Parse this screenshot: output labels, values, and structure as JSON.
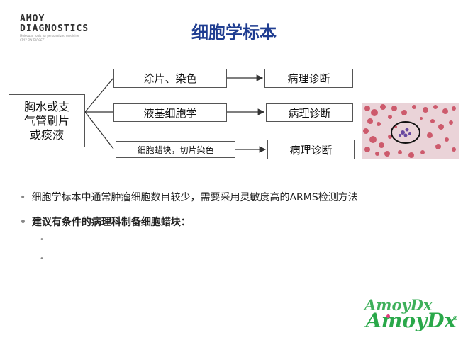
{
  "logo": {
    "line1": "AMOY",
    "line2": "DIAGNOSTICS",
    "line3": "Molecular tools for personalized medicine",
    "line4": "STAY ON TARGET"
  },
  "title": "细胞学标本",
  "flow": {
    "source": [
      "胸水或支",
      "气管刷片",
      "或痰液"
    ],
    "methods": [
      "涂片、染色",
      "液基细胞学",
      "细胞蜡块，切片染色"
    ],
    "outcome": "病理诊断"
  },
  "bullets": [
    {
      "text": "细胞学标本中通常肿瘤细胞数目较少，需要采用灵敏度高的ARMS检测方法",
      "bold": false
    },
    {
      "text": "建议有条件的病理科制备细胞蜡块：",
      "bold": true
    }
  ],
  "sub_bullets": [
    "",
    ""
  ],
  "footer_logo": {
    "text": "AmoyDx",
    "mark": "®"
  },
  "colors": {
    "title": "#1f3d91",
    "logo_green": "#2aa84a",
    "logo_pink": "#e33b7e",
    "stain_red": "#c8455a",
    "stain_purple": "#5a3a9a"
  }
}
